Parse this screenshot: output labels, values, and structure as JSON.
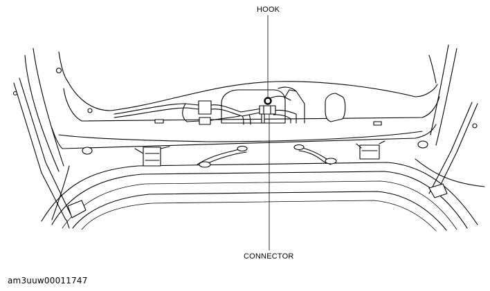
{
  "labels": {
    "hook": "HOOK",
    "connector": "CONNECTOR"
  },
  "reference_code": "am3uuw00011747",
  "colors": {
    "line": "#000000",
    "background": "#ffffff"
  }
}
